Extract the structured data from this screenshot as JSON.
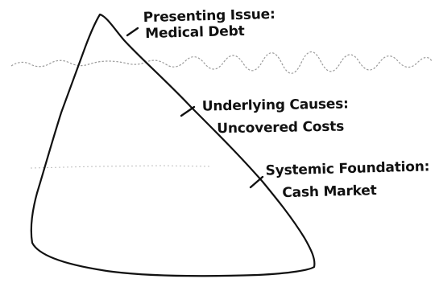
{
  "diagram": {
    "layers": [
      {
        "id": "top",
        "title": "Presenting Issue:",
        "detail": "Medical Debt"
      },
      {
        "id": "mid",
        "title": "Underlying Causes:",
        "detail": "Uncovered Costs"
      },
      {
        "id": "bot",
        "title": "Systemic Foundation:",
        "detail": "Cash Market"
      }
    ]
  },
  "colors": {
    "ink": "#111111",
    "waterline": "#9a9a9a",
    "background": "#ffffff"
  }
}
